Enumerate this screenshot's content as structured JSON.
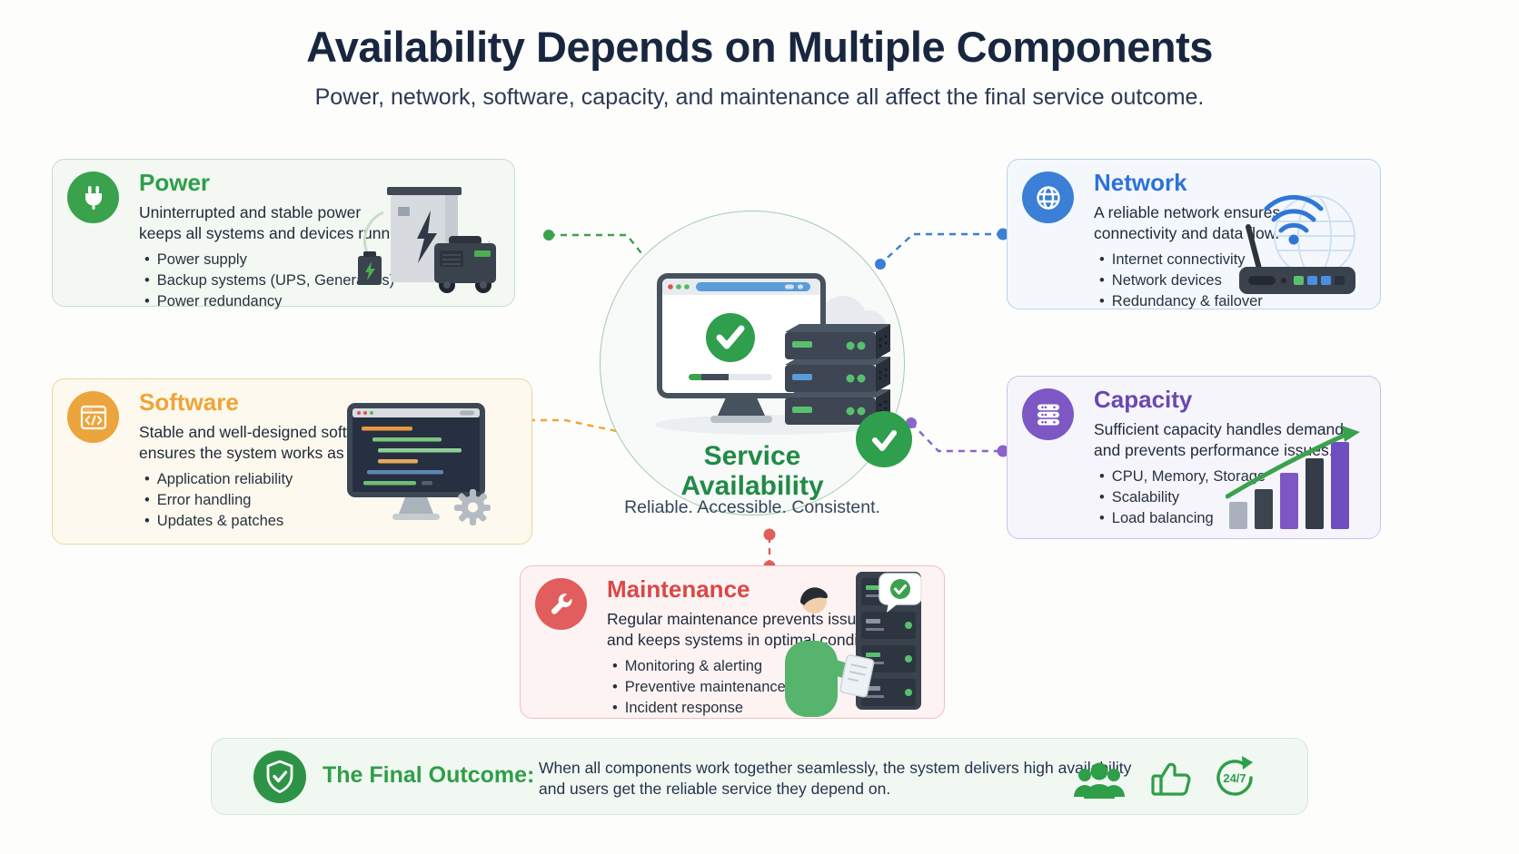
{
  "header": {
    "title": "Availability Depends on Multiple Components",
    "subtitle": "Power, network, software, capacity, and maintenance all affect the final service outcome."
  },
  "cards": {
    "power": {
      "title": "Power",
      "icon": "plug-icon",
      "accent": "#2f9e48",
      "description_lines": [
        "Uninterrupted and stable power",
        "keeps all systems and devices running."
      ],
      "bullets": [
        "Power supply",
        "Backup systems (UPS, Generators)",
        "Power redundancy"
      ]
    },
    "network": {
      "title": "Network",
      "icon": "globe-icon",
      "accent": "#2d72d9",
      "description_lines": [
        "A reliable network ensures",
        "connectivity and data flow."
      ],
      "bullets": [
        "Internet connectivity",
        "Network devices",
        "Redundancy & failover"
      ]
    },
    "software": {
      "title": "Software",
      "icon": "code-window-icon",
      "accent": "#f0a437",
      "description_lines": [
        "Stable and well-designed software",
        "ensures the system works as intended."
      ],
      "bullets": [
        "Application reliability",
        "Error handling",
        "Updates & patches"
      ]
    },
    "capacity": {
      "title": "Capacity",
      "icon": "server-stack-icon",
      "accent": "#6a48b0",
      "description_lines": [
        "Sufficient capacity handles demand",
        "and prevents performance issues."
      ],
      "bullets": [
        "CPU, Memory, Storage",
        "Scalability",
        "Load balancing"
      ]
    },
    "maintenance": {
      "title": "Maintenance",
      "icon": "wrench-icon",
      "accent": "#d94848",
      "description_lines": [
        "Regular maintenance prevents issues",
        "and keeps systems in optimal condition."
      ],
      "bullets": [
        "Monitoring & alerting",
        "Preventive maintenance",
        "Incident response"
      ]
    }
  },
  "center": {
    "title_lines": [
      "Service",
      "Availability"
    ],
    "tagline": "Reliable. Accessible. Consistent.",
    "icon": "check-circle-icon",
    "accent": "#218a47"
  },
  "outcome": {
    "label": "The Final Outcome:",
    "text_lines": [
      "When all components work together seamlessly, the system delivers high availability",
      "and users get the reliable service they depend on."
    ],
    "badge_icon": "shield-check-icon",
    "icons": [
      "users-icon",
      "thumbs-up-icon",
      "24-7-cycle-icon"
    ],
    "badge_text": "24/7",
    "accent": "#2f9e48"
  },
  "connectors": {
    "power": "#3aa24d",
    "network": "#3b7fd6",
    "software": "#f0a437",
    "capacity": "#8a63cc",
    "maintenance": "#e25d5d"
  }
}
